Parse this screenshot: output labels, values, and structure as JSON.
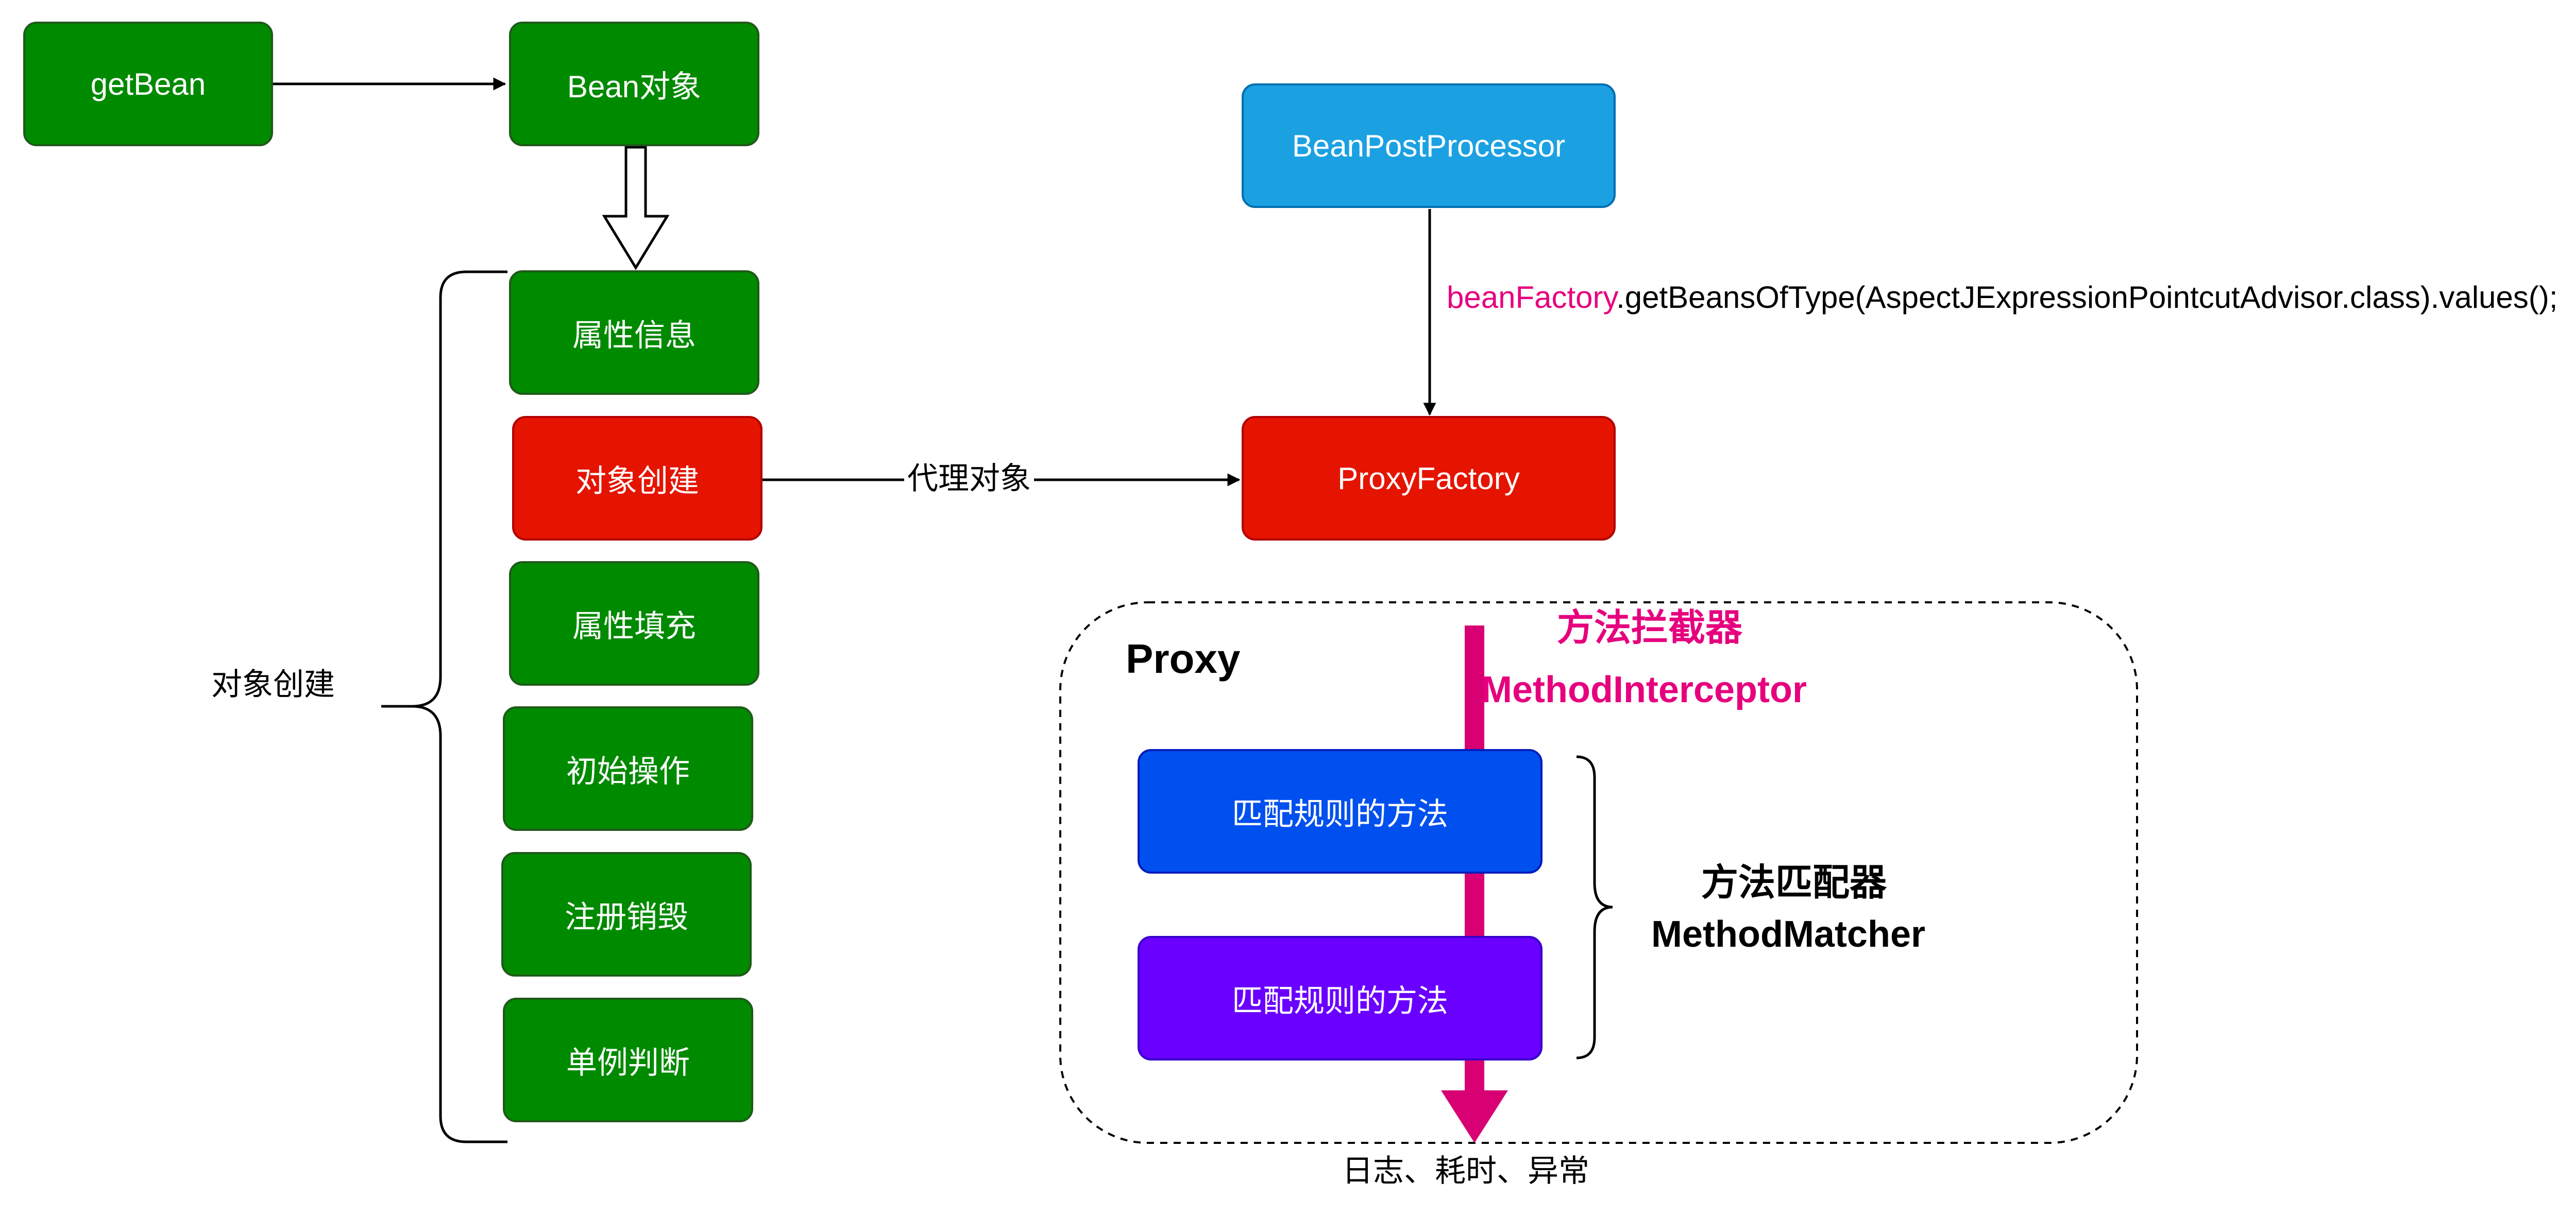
{
  "nodes": {
    "get_bean": "getBean",
    "bean_object": "Bean对象",
    "property_info": "属性信息",
    "object_create": "对象创建",
    "property_fill": "属性填充",
    "init_ops": "初始操作",
    "register_destroy": "注册销毁",
    "singleton_check": "单例判断",
    "bean_post_processor": "BeanPostProcessor",
    "proxy_factory": "ProxyFactory",
    "match_method_1": "匹配规则的方法",
    "match_method_2": "匹配规则的方法"
  },
  "labels": {
    "object_create_group": "对象创建",
    "proxy_object_edge": "代理对象",
    "code_prefix": "beanFactory",
    "code_rest": ".getBeansOfType(AspectJExpressionPointcutAdvisor.class).values();",
    "proxy_title": "Proxy",
    "interceptor_cn": "方法拦截器",
    "interceptor_en": "MethodInterceptor",
    "matcher_cn": "方法匹配器",
    "matcher_en": "MethodMatcher",
    "bottom_note": "日志、耗时、异常"
  },
  "colors": {
    "green": "#008a00",
    "red": "#e51400",
    "light_blue": "#1ba1e2",
    "royal_blue": "#0050ef",
    "violet": "#6a00ff",
    "accent_pink": "#e6007e",
    "interceptor_bar": "#d80073"
  }
}
